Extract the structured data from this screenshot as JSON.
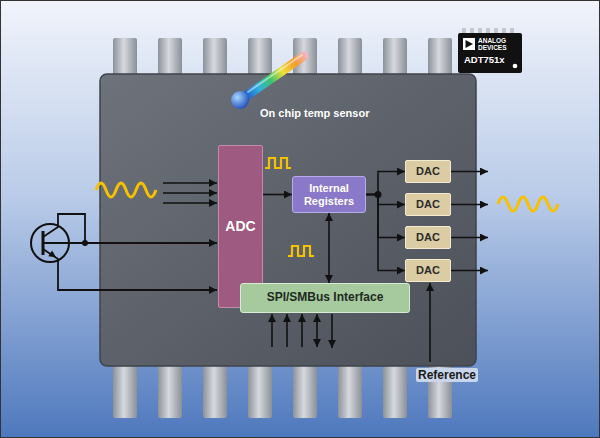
{
  "diagram": {
    "nodes": [
      {
        "text": [
          "ANALOG DEVICES",
          "ADT751x"
        ]
      },
      {
        "text": [
          "ADC"
        ]
      },
      {
        "text": [
          "Internal Registers"
        ]
      },
      {
        "text": [
          "DAC"
        ]
      },
      {
        "text": [
          "DAC"
        ]
      },
      {
        "text": [
          "DAC"
        ]
      },
      {
        "text": [
          "DAC"
        ]
      },
      {
        "text": [
          "SPI/SMBus Interface"
        ]
      }
    ],
    "edges": [
      {
        "from": 1,
        "to": 2,
        "arrow": "to"
      },
      {
        "from": 2,
        "to": 3,
        "arrow": "to"
      },
      {
        "from": 2,
        "to": 4,
        "arrow": "to"
      },
      {
        "from": 2,
        "to": 5,
        "arrow": "to"
      },
      {
        "from": 2,
        "to": 6,
        "arrow": "to"
      },
      {
        "from": 2,
        "to": 7,
        "arrow": "both"
      }
    ],
    "labels": [
      "On chip temp sensor",
      "Reference"
    ]
  }
}
